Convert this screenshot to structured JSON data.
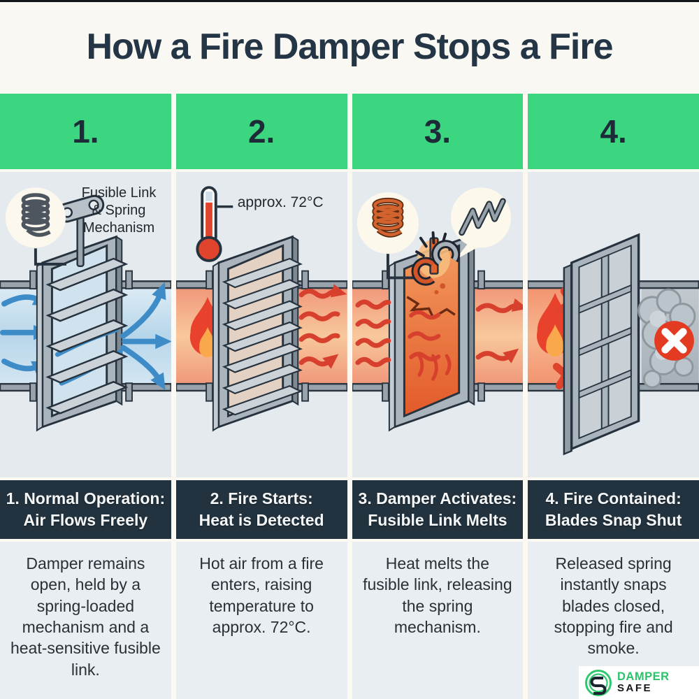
{
  "title": "How a Fire Damper Stops a Fire",
  "brand": {
    "line1": "DAMPER",
    "line2": "SAFE"
  },
  "colors": {
    "accent_green": "#3cd680",
    "title_navy": "#243646",
    "stage_bar_dark": "#22333f",
    "fire_red": "#e8422c",
    "flame_inner_orange": "#f9a94b",
    "airflow_blue": "#3e8cc7",
    "heat_arrow_red": "#d8402e",
    "duct_blue": "#b7d6ea",
    "duct_hot_orange": "#f0977a",
    "logo_green": "#2ec86e"
  },
  "panels": [
    {
      "number": "1.",
      "annotation_lines": [
        "Fusible Link",
        "& Spring",
        "Mechanism"
      ],
      "stage_line1": "1. Normal Operation:",
      "stage_line2": "Air Flows Freely",
      "description": "Damper remains open, held by a spring-loaded mechanism and a heat-sensitive fusible link.",
      "icon": "open-damper-with-airflow"
    },
    {
      "number": "2.",
      "annotation": "approx. 72°C",
      "stage_line1": "2. Fire Starts:",
      "stage_line2": "Heat is Detected",
      "description": "Hot air from a fire enters, raising temperature to approx. 72°C.",
      "icon": "thermometer-fire-heating-damper"
    },
    {
      "number": "3.",
      "stage_line1": "3. Damper Activates:",
      "stage_line2": "Fusible Link Melts",
      "description": "Heat melts the fusible link, releasing the spring mechanism.",
      "icon": "fusible-link-breaking-spring-release"
    },
    {
      "number": "4.",
      "stage_line1": "4. Fire Contained:",
      "stage_line2": "Blades Snap Shut",
      "description": "Released spring instantly snaps blades closed, stopping fire and smoke.",
      "icon": "closed-damper-blocking-fire-smoke"
    }
  ]
}
